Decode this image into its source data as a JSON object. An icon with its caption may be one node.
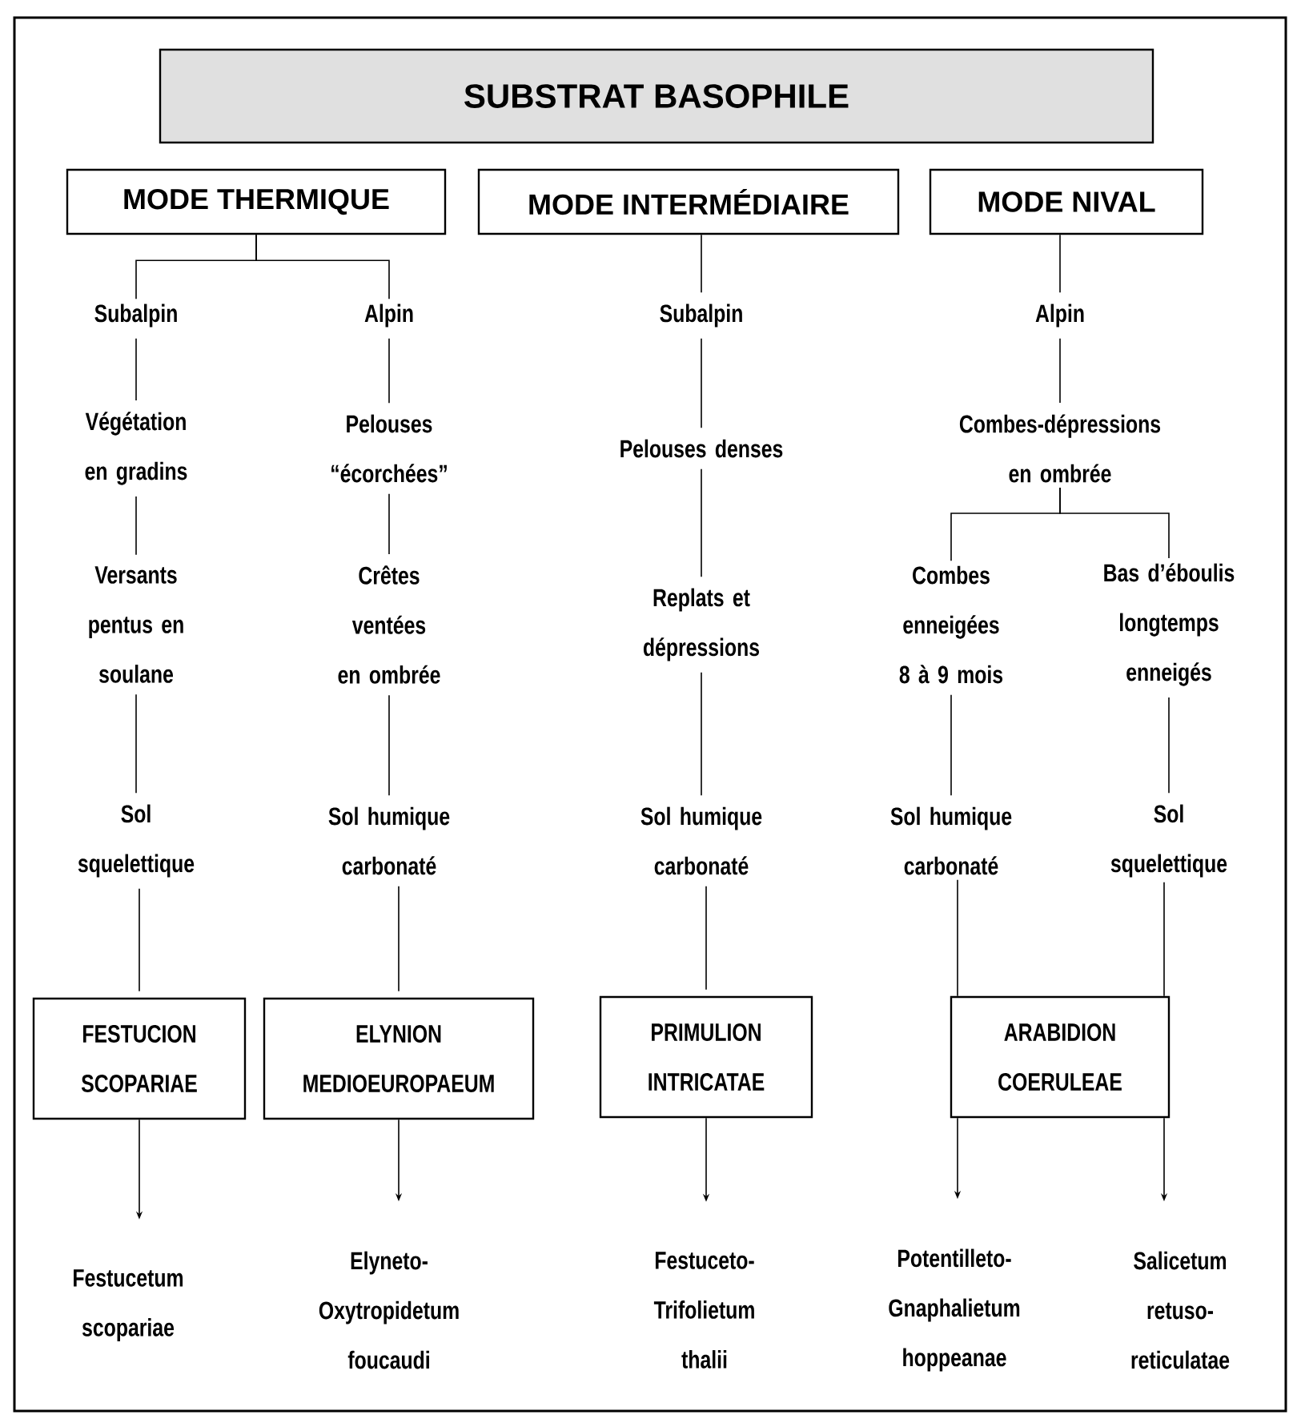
{
  "diagram": {
    "nodes": [
      {
        "text": [
          "SUBSTRAT BASOPHILE"
        ]
      },
      {
        "text": [
          "MODE THERMIQUE"
        ]
      },
      {
        "text": [
          "MODE INTERMÉDIAIRE"
        ]
      },
      {
        "text": [
          "MODE NIVAL"
        ]
      },
      {
        "text": [
          "Subalpin"
        ]
      },
      {
        "text": [
          "Alpin"
        ]
      },
      {
        "text": [
          "Subalpin"
        ]
      },
      {
        "text": [
          "Alpin"
        ]
      },
      {
        "text": [
          "Végétation en gradins"
        ]
      },
      {
        "text": [
          "Pelouses “écorchées”"
        ]
      },
      {
        "text": [
          "Pelouses denses"
        ]
      },
      {
        "text": [
          "Combes-dépressions en ombrée"
        ]
      },
      {
        "text": [
          "Versants pentus en soulane"
        ]
      },
      {
        "text": [
          "Crêtes ventées en ombrée"
        ]
      },
      {
        "text": [
          "Replats et dépressions"
        ]
      },
      {
        "text": [
          "Combes enneigées 8 à 9 mois"
        ]
      },
      {
        "text": [
          "Bas d’éboulis longtemps enneigés"
        ]
      },
      {
        "text": [
          "Sol squelettique"
        ]
      },
      {
        "text": [
          "Sol humique carbonaté"
        ]
      },
      {
        "text": [
          "Sol humique carbonaté"
        ]
      },
      {
        "text": [
          "Sol humique carbonaté"
        ]
      },
      {
        "text": [
          "Sol squelettique"
        ]
      },
      {
        "text": [
          "FESTUCION SCOPARIAE"
        ]
      },
      {
        "text": [
          "ELYNION MEDIOEUROPAEUM"
        ]
      },
      {
        "text": [
          "PRIMULION INTRICATAE"
        ]
      },
      {
        "text": [
          "ARABIDION COERULEAE"
        ]
      },
      {
        "text": [
          "Festucetum scopariae"
        ]
      },
      {
        "text": [
          "Elyneto-Oxytropidetum foucaudi"
        ]
      },
      {
        "text": [
          "Festuceto-Trifolietum thalii"
        ]
      },
      {
        "text": [
          "Potentilleto-Gnaphalietum hoppeanae"
        ]
      },
      {
        "text": [
          "Salicetum retuso-reticulatae"
        ]
      }
    ],
    "edges": [
      {
        "from": 1,
        "to": 4,
        "arrow": "none"
      },
      {
        "from": 1,
        "to": 5,
        "arrow": "none"
      },
      {
        "from": 2,
        "to": 6,
        "arrow": "none"
      },
      {
        "from": 3,
        "to": 7,
        "arrow": "none"
      },
      {
        "from": 4,
        "to": 8,
        "arrow": "none"
      },
      {
        "from": 5,
        "to": 9,
        "arrow": "none"
      },
      {
        "from": 6,
        "to": 10,
        "arrow": "none"
      },
      {
        "from": 7,
        "to": 11,
        "arrow": "none"
      },
      {
        "from": 8,
        "to": 12,
        "arrow": "none"
      },
      {
        "from": 9,
        "to": 13,
        "arrow": "none"
      },
      {
        "from": 10,
        "to": 14,
        "arrow": "none"
      },
      {
        "from": 11,
        "to": 15,
        "arrow": "none"
      },
      {
        "from": 11,
        "to": 16,
        "arrow": "none"
      },
      {
        "from": 12,
        "to": 17,
        "arrow": "none"
      },
      {
        "from": 13,
        "to": 18,
        "arrow": "none"
      },
      {
        "from": 14,
        "to": 19,
        "arrow": "none"
      },
      {
        "from": 15,
        "to": 20,
        "arrow": "none"
      },
      {
        "from": 16,
        "to": 21,
        "arrow": "none"
      },
      {
        "from": 17,
        "to": 22,
        "arrow": "none"
      },
      {
        "from": 18,
        "to": 23,
        "arrow": "none"
      },
      {
        "from": 19,
        "to": 24,
        "arrow": "none"
      },
      {
        "from": 20,
        "to": 25,
        "arrow": "none"
      },
      {
        "from": 21,
        "to": 25,
        "arrow": "none"
      },
      {
        "from": 22,
        "to": 26,
        "arrow": "to"
      },
      {
        "from": 23,
        "to": 27,
        "arrow": "to"
      },
      {
        "from": 24,
        "to": 28,
        "arrow": "to"
      },
      {
        "from": 25,
        "to": 29,
        "arrow": "to"
      },
      {
        "from": 25,
        "to": 30,
        "arrow": "to"
      }
    ]
  }
}
